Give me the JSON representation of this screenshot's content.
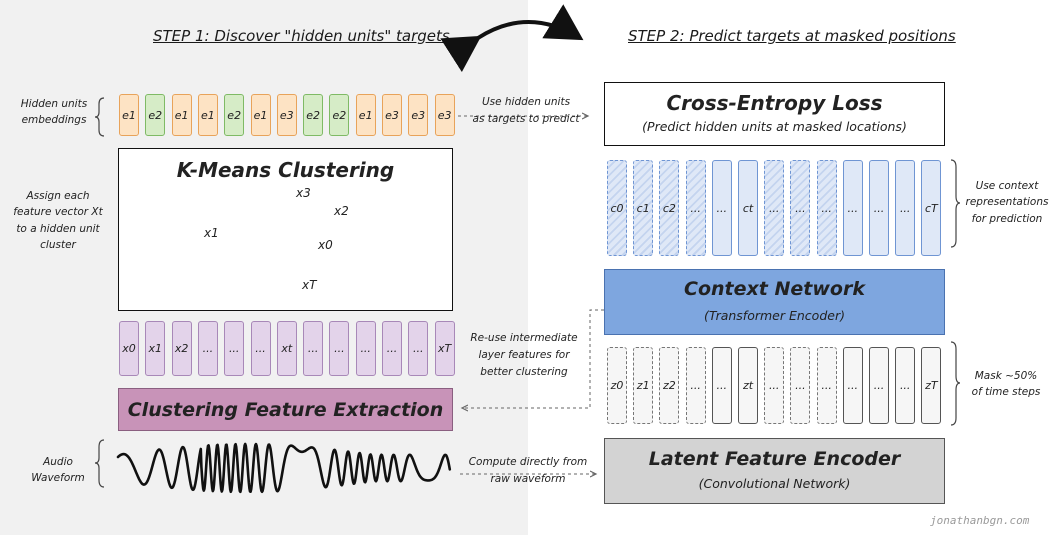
{
  "step1": {
    "title": "STEP 1: Discover \"hidden units\" targets"
  },
  "step2": {
    "title": "STEP 2: Predict targets at masked positions"
  },
  "left": {
    "hidden_units_label": [
      "Hidden units",
      "embeddings"
    ],
    "embeddings": [
      {
        "label": "e1",
        "color": "orange"
      },
      {
        "label": "e2",
        "color": "green"
      },
      {
        "label": "e1",
        "color": "orange"
      },
      {
        "label": "e1",
        "color": "orange"
      },
      {
        "label": "e2",
        "color": "green"
      },
      {
        "label": "e1",
        "color": "orange"
      },
      {
        "label": "e3",
        "color": "orange"
      },
      {
        "label": "e2",
        "color": "green"
      },
      {
        "label": "e2",
        "color": "green"
      },
      {
        "label": "e1",
        "color": "orange"
      },
      {
        "label": "e3",
        "color": "orange"
      },
      {
        "label": "e3",
        "color": "orange"
      },
      {
        "label": "e3",
        "color": "orange"
      }
    ],
    "assign_label": [
      "Assign each",
      "feature vector Xt",
      "to a hidden unit",
      "cluster"
    ],
    "kmeans_title": "K-Means Clustering",
    "kmeans_points": [
      {
        "label": "x1",
        "color": "green"
      },
      {
        "label": "x3",
        "color": "orange"
      },
      {
        "label": "x2",
        "color": "orange"
      },
      {
        "label": "x0",
        "color": "orange"
      },
      {
        "label": "xT",
        "color": "orange"
      }
    ],
    "features": [
      "x0",
      "x1",
      "x2",
      "...",
      "...",
      "...",
      "xt",
      "...",
      "...",
      "...",
      "...",
      "...",
      "xT"
    ],
    "feature_extraction": "Clustering Feature Extraction",
    "audio_label": [
      "Audio",
      "Waveform"
    ]
  },
  "middle": {
    "use_hidden": [
      "Use hidden units",
      "as targets to predict"
    ],
    "reuse": [
      "Re-use intermediate",
      "layer features for",
      "better clustering"
    ],
    "compute": [
      "Compute directly from",
      "raw waveform"
    ]
  },
  "right": {
    "loss_title": "Cross-Entropy Loss",
    "loss_sub": "(Predict hidden units at masked locations)",
    "context_cells": [
      {
        "label": "c0",
        "masked": true
      },
      {
        "label": "c1",
        "masked": true
      },
      {
        "label": "c2",
        "masked": true
      },
      {
        "label": "...",
        "masked": true
      },
      {
        "label": "...",
        "masked": false
      },
      {
        "label": "ct",
        "masked": false
      },
      {
        "label": "...",
        "masked": true
      },
      {
        "label": "...",
        "masked": true
      },
      {
        "label": "...",
        "masked": true
      },
      {
        "label": "...",
        "masked": false
      },
      {
        "label": "...",
        "masked": false
      },
      {
        "label": "...",
        "masked": false
      },
      {
        "label": "cT",
        "masked": false
      }
    ],
    "context_label": [
      "Use context",
      "representations",
      "for prediction"
    ],
    "context_title": "Context Network",
    "context_sub": "(Transformer Encoder)",
    "latent_cells": [
      {
        "label": "z0",
        "masked": true
      },
      {
        "label": "z1",
        "masked": true
      },
      {
        "label": "z2",
        "masked": true
      },
      {
        "label": "...",
        "masked": true
      },
      {
        "label": "...",
        "masked": false
      },
      {
        "label": "zt",
        "masked": false
      },
      {
        "label": "...",
        "masked": true
      },
      {
        "label": "...",
        "masked": true
      },
      {
        "label": "...",
        "masked": true
      },
      {
        "label": "...",
        "masked": false
      },
      {
        "label": "...",
        "masked": false
      },
      {
        "label": "...",
        "masked": false
      },
      {
        "label": "zT",
        "masked": false
      }
    ],
    "mask_label": [
      "Mask ~50%",
      "of time steps"
    ],
    "latent_title": "Latent Feature Encoder",
    "latent_sub": "(Convolutional Network)"
  },
  "watermark": "jonathanbgn.com",
  "colors": {
    "orange": "#fde3c4",
    "green": "#d6ecc7",
    "purple": "#e3d3ea",
    "context": "#7ea6df",
    "feature_extraction": "#c893b8",
    "latent": "#d3d3d3"
  }
}
